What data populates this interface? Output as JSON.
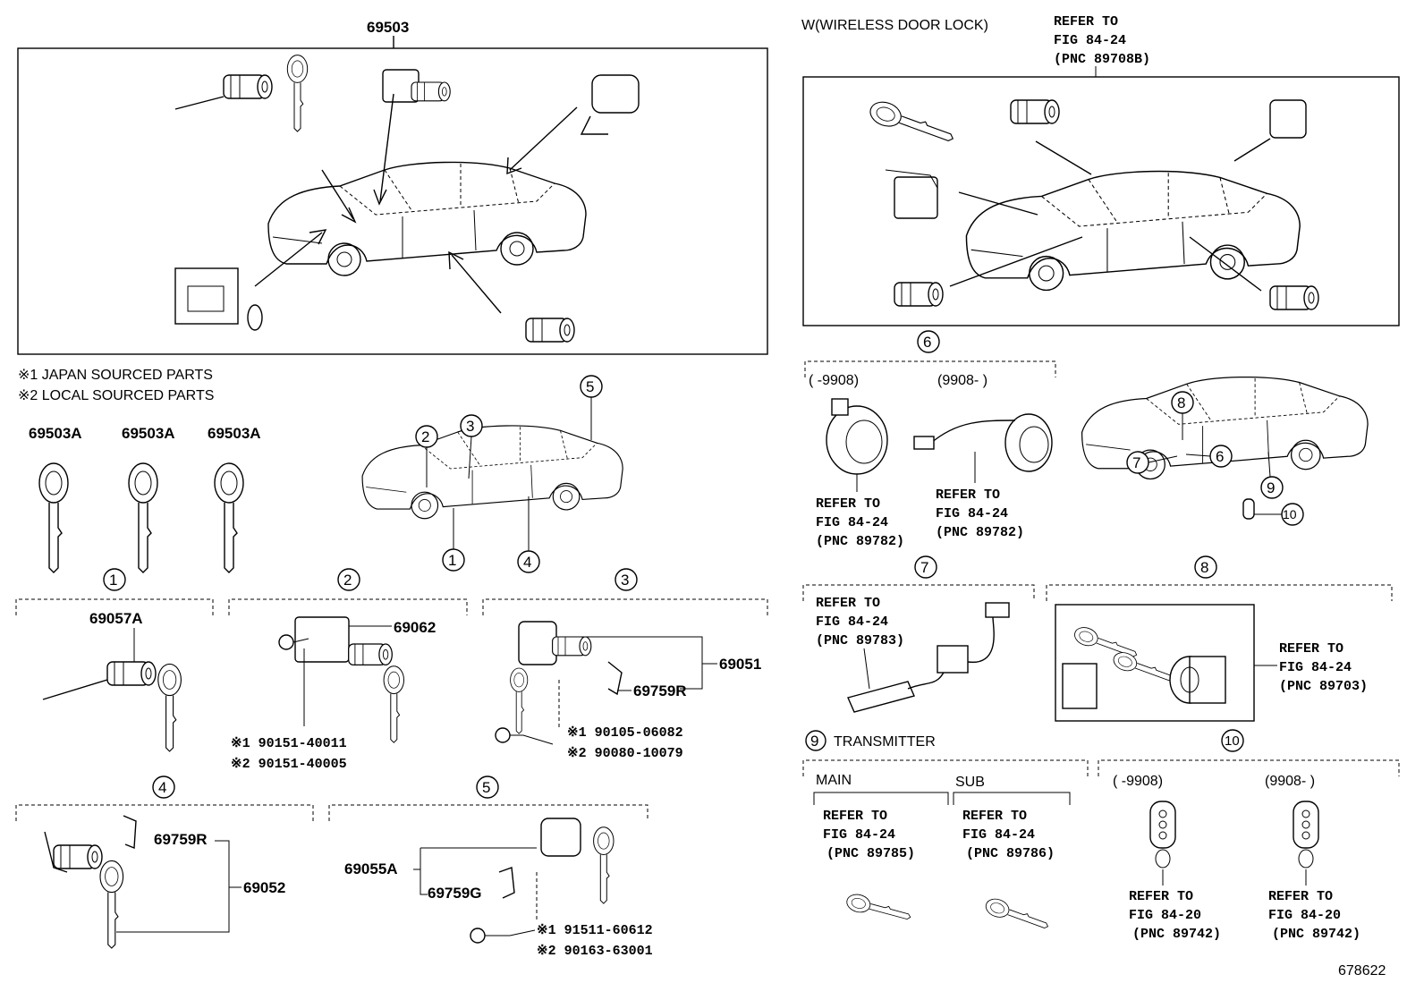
{
  "top_assembly": {
    "part_no": "69503"
  },
  "wireless": {
    "title": "W(WIRELESS DOOR LOCK)",
    "refer": [
      "REFER TO",
      "FIG 84-24",
      "(PNC 89708B)"
    ]
  },
  "notes": [
    "※1 JAPAN SOURCED PARTS",
    "※2 LOCAL SOURCED PARTS"
  ],
  "keys": [
    "69503A",
    "69503A",
    "69503A"
  ],
  "callouts": [
    "1",
    "2",
    "3",
    "4",
    "5",
    "6",
    "7",
    "8",
    "9",
    "10"
  ],
  "group1": {
    "num": "1",
    "part": "69057A"
  },
  "group2": {
    "num": "2",
    "part": "69062",
    "bolt1": "※1 90151-40011",
    "bolt2": "※2 90151-40005"
  },
  "group3": {
    "num": "3",
    "part": "69051",
    "sub": "69759R",
    "bolt1": "※1 90105-06082",
    "bolt2": "※2 90080-10079"
  },
  "group4": {
    "num": "4",
    "part": "69052",
    "sub": "69759R"
  },
  "group5": {
    "num": "5",
    "part": "69055A",
    "sub": "69759G",
    "bolt1": "※1 91511-60612",
    "bolt2": "※2 90163-63001"
  },
  "group6": {
    "num": "6",
    "range_a": "(      -9908)",
    "range_b": "(9908-       )",
    "refer_a": [
      "REFER TO",
      "FIG 84-24",
      "(PNC 89782)"
    ],
    "refer_b": [
      "REFER TO",
      "FIG 84-24",
      "(PNC 89782)"
    ]
  },
  "group7": {
    "num": "7",
    "refer": [
      "REFER TO",
      "FIG 84-24",
      "(PNC 89783)"
    ]
  },
  "group8": {
    "num": "8",
    "refer": [
      "REFER TO",
      "FIG 84-24",
      "(PNC 89703)"
    ]
  },
  "group9": {
    "num": "9",
    "title": "TRANSMITTER",
    "main_label": "MAIN",
    "sub_label": "SUB",
    "refer_main": [
      "REFER TO",
      "FIG 84-24",
      "(PNC 89785)"
    ],
    "refer_sub": [
      "REFER TO",
      "FIG 84-24",
      "(PNC 89786)"
    ]
  },
  "group10": {
    "num": "10",
    "range_a": "(      -9908)",
    "range_b": "(9908-       )",
    "refer_a": [
      "REFER TO",
      "FIG 84-20",
      "(PNC 89742)"
    ],
    "refer_b": [
      "REFER TO",
      "FIG 84-20",
      "(PNC 89742)"
    ]
  },
  "figure_id": "678622"
}
